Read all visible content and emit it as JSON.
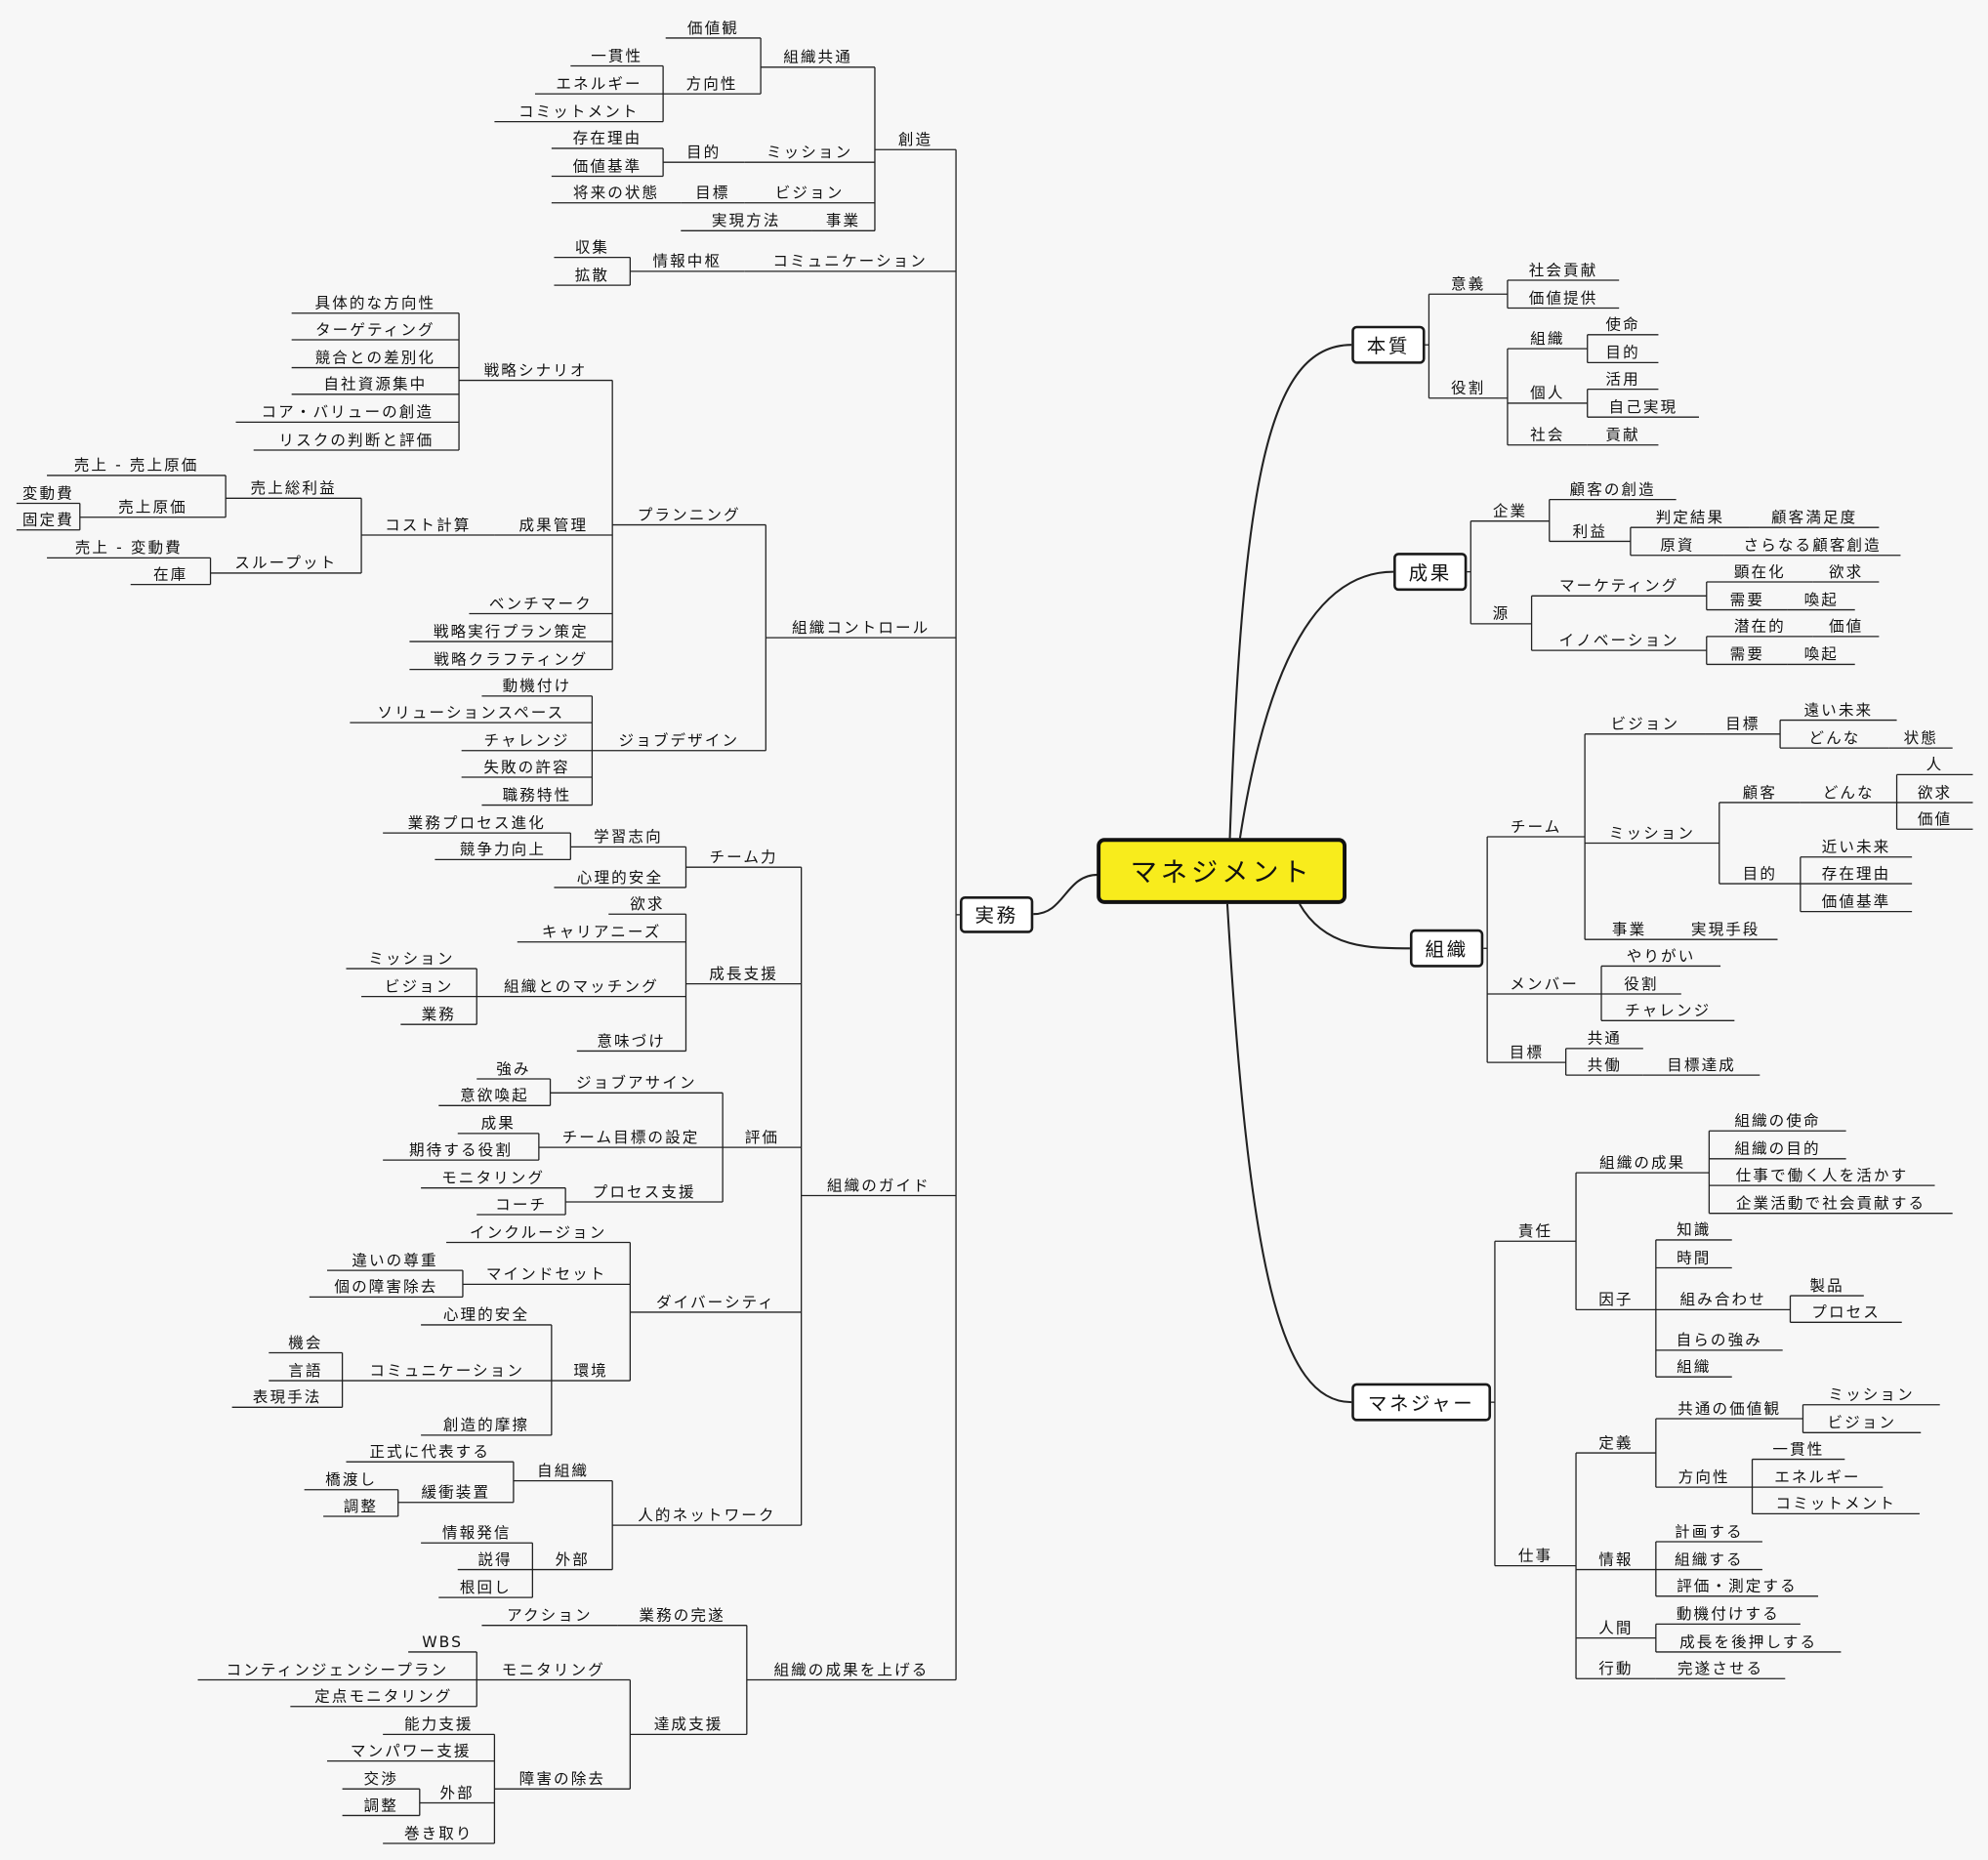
{
  "colors": {
    "root_fill": "#f8ec1c",
    "line": "#222222",
    "background": "#f7f7f7"
  },
  "nodes": [
    {
      "t": "マネジメント",
      "p": null
    },
    {
      "t": "実務",
      "p": 0
    },
    {
      "t": "本質",
      "p": 0
    },
    {
      "t": "成果",
      "p": 0
    },
    {
      "t": "組織",
      "p": 0
    },
    {
      "t": "マネジャー",
      "p": 0
    },
    {
      "t": "創造",
      "p": 1
    },
    {
      "t": "コミュニケーション",
      "p": 1
    },
    {
      "t": "組織コントロール",
      "p": 1
    },
    {
      "t": "組織のガイド",
      "p": 1
    },
    {
      "t": "組織の成果を上げる",
      "p": 1
    },
    {
      "t": "組織共通",
      "p": 6
    },
    {
      "t": "ミッション",
      "p": 6
    },
    {
      "t": "ビジョン",
      "p": 6
    },
    {
      "t": "事業",
      "p": 6
    },
    {
      "t": "価値観",
      "p": 11
    },
    {
      "t": "方向性",
      "p": 11
    },
    {
      "t": "一貫性",
      "p": 16
    },
    {
      "t": "エネルギー",
      "p": 16
    },
    {
      "t": "コミットメント",
      "p": 16
    },
    {
      "t": "目的",
      "p": 12
    },
    {
      "t": "存在理由",
      "p": 20
    },
    {
      "t": "価値基準",
      "p": 20
    },
    {
      "t": "目標",
      "p": 13
    },
    {
      "t": "将来の状態",
      "p": 23
    },
    {
      "t": "実現方法",
      "p": 14
    },
    {
      "t": "情報中枢",
      "p": 7
    },
    {
      "t": "収集",
      "p": 26
    },
    {
      "t": "拡散",
      "p": 26
    },
    {
      "t": "プランニング",
      "p": 8
    },
    {
      "t": "ジョブデザイン",
      "p": 8
    },
    {
      "t": "戦略シナリオ",
      "p": 29
    },
    {
      "t": "成果管理",
      "p": 29
    },
    {
      "t": "ベンチマーク",
      "p": 29
    },
    {
      "t": "戦略実行プラン策定",
      "p": 29
    },
    {
      "t": "戦略クラフティング",
      "p": 29
    },
    {
      "t": "具体的な方向性",
      "p": 31
    },
    {
      "t": "ターゲティング",
      "p": 31
    },
    {
      "t": "競合との差別化",
      "p": 31
    },
    {
      "t": "自社資源集中",
      "p": 31
    },
    {
      "t": "コア・バリューの創造",
      "p": 31
    },
    {
      "t": "リスクの判断と評価",
      "p": 31
    },
    {
      "t": "コスト計算",
      "p": 32
    },
    {
      "t": "売上総利益",
      "p": 42
    },
    {
      "t": "スループット",
      "p": 42
    },
    {
      "t": "売上 - 売上原価",
      "p": 43
    },
    {
      "t": "売上原価",
      "p": 43
    },
    {
      "t": "変動費",
      "p": 46
    },
    {
      "t": "固定費",
      "p": 46
    },
    {
      "t": "売上 - 変動費",
      "p": 44
    },
    {
      "t": "在庫",
      "p": 44
    },
    {
      "t": "動機付け",
      "p": 30
    },
    {
      "t": "ソリューションスペース",
      "p": 30
    },
    {
      "t": "チャレンジ",
      "p": 30
    },
    {
      "t": "失敗の許容",
      "p": 30
    },
    {
      "t": "職務特性",
      "p": 30
    },
    {
      "t": "チーム力",
      "p": 9
    },
    {
      "t": "成長支援",
      "p": 9
    },
    {
      "t": "評価",
      "p": 9
    },
    {
      "t": "ダイバーシティ",
      "p": 9
    },
    {
      "t": "人的ネットワーク",
      "p": 9
    },
    {
      "t": "学習志向",
      "p": 56
    },
    {
      "t": "心理的安全",
      "p": 56
    },
    {
      "t": "業務プロセス進化",
      "p": 61
    },
    {
      "t": "競争力向上",
      "p": 61
    },
    {
      "t": "欲求",
      "p": 57
    },
    {
      "t": "キャリアニーズ",
      "p": 57
    },
    {
      "t": "組織とのマッチング",
      "p": 57
    },
    {
      "t": "意味づけ",
      "p": 57
    },
    {
      "t": "ミッション",
      "p": 67
    },
    {
      "t": "ビジョン",
      "p": 67
    },
    {
      "t": "業務",
      "p": 67
    },
    {
      "t": "ジョブアサイン",
      "p": 58
    },
    {
      "t": "チーム目標の設定",
      "p": 58
    },
    {
      "t": "プロセス支援",
      "p": 58
    },
    {
      "t": "強み",
      "p": 72
    },
    {
      "t": "意欲喚起",
      "p": 72
    },
    {
      "t": "成果",
      "p": 73
    },
    {
      "t": "期待する役割",
      "p": 73
    },
    {
      "t": "モニタリング",
      "p": 74
    },
    {
      "t": "コーチ",
      "p": 74
    },
    {
      "t": "インクルージョン",
      "p": 59
    },
    {
      "t": "マインドセット",
      "p": 59
    },
    {
      "t": "環境",
      "p": 59
    },
    {
      "t": "違いの尊重",
      "p": 82
    },
    {
      "t": "個の障害除去",
      "p": 82
    },
    {
      "t": "心理的安全",
      "p": 83
    },
    {
      "t": "コミュニケーション",
      "p": 83
    },
    {
      "t": "創造的摩擦",
      "p": 83
    },
    {
      "t": "機会",
      "p": 87
    },
    {
      "t": "言語",
      "p": 87
    },
    {
      "t": "表現手法",
      "p": 87
    },
    {
      "t": "自組織",
      "p": 60
    },
    {
      "t": "外部",
      "p": 60
    },
    {
      "t": "正式に代表する",
      "p": 92
    },
    {
      "t": "緩衝装置",
      "p": 92
    },
    {
      "t": "橋渡し",
      "p": 95
    },
    {
      "t": "調整",
      "p": 95
    },
    {
      "t": "情報発信",
      "p": 93
    },
    {
      "t": "説得",
      "p": 93
    },
    {
      "t": "根回し",
      "p": 93
    },
    {
      "t": "業務の完遂",
      "p": 10
    },
    {
      "t": "達成支援",
      "p": 10
    },
    {
      "t": "アクション",
      "p": 101
    },
    {
      "t": "モニタリング",
      "p": 102
    },
    {
      "t": "障害の除去",
      "p": 102
    },
    {
      "t": "WBS",
      "p": 104
    },
    {
      "t": "コンティンジェンシープラン",
      "p": 104
    },
    {
      "t": "定点モニタリング",
      "p": 104
    },
    {
      "t": "能力支援",
      "p": 105
    },
    {
      "t": "マンパワー支援",
      "p": 105
    },
    {
      "t": "外部",
      "p": 105
    },
    {
      "t": "巻き取り",
      "p": 105
    },
    {
      "t": "交渉",
      "p": 111
    },
    {
      "t": "調整",
      "p": 111
    },
    {
      "t": "意義",
      "p": 2
    },
    {
      "t": "役割",
      "p": 2
    },
    {
      "t": "社会貢献",
      "p": 115
    },
    {
      "t": "価値提供",
      "p": 115
    },
    {
      "t": "組織",
      "p": 116
    },
    {
      "t": "個人",
      "p": 116
    },
    {
      "t": "社会",
      "p": 116
    },
    {
      "t": "使命",
      "p": 119
    },
    {
      "t": "目的",
      "p": 119
    },
    {
      "t": "活用",
      "p": 120
    },
    {
      "t": "自己実現",
      "p": 120
    },
    {
      "t": "貢献",
      "p": 121
    },
    {
      "t": "企業",
      "p": 3
    },
    {
      "t": "源",
      "p": 3
    },
    {
      "t": "顧客の創造",
      "p": 127
    },
    {
      "t": "利益",
      "p": 127
    },
    {
      "t": "判定結果",
      "p": 130
    },
    {
      "t": "顧客満足度",
      "p": 131
    },
    {
      "t": "原資",
      "p": 130
    },
    {
      "t": "さらなる顧客創造",
      "p": 133
    },
    {
      "t": "マーケティング",
      "p": 128
    },
    {
      "t": "イノベーション",
      "p": 128
    },
    {
      "t": "顕在化",
      "p": 135
    },
    {
      "t": "欲求",
      "p": 137
    },
    {
      "t": "需要",
      "p": 135
    },
    {
      "t": "喚起",
      "p": 139
    },
    {
      "t": "潜在的",
      "p": 136
    },
    {
      "t": "価値",
      "p": 141
    },
    {
      "t": "需要",
      "p": 136
    },
    {
      "t": "喚起",
      "p": 143
    },
    {
      "t": "チーム",
      "p": 4
    },
    {
      "t": "メンバー",
      "p": 4
    },
    {
      "t": "目標",
      "p": 4
    },
    {
      "t": "ビジョン",
      "p": 145
    },
    {
      "t": "ミッション",
      "p": 145
    },
    {
      "t": "事業",
      "p": 145
    },
    {
      "t": "目標",
      "p": 148
    },
    {
      "t": "遠い未来",
      "p": 151
    },
    {
      "t": "どんな",
      "p": 151
    },
    {
      "t": "状態",
      "p": 153
    },
    {
      "t": "顧客",
      "p": 149
    },
    {
      "t": "どんな",
      "p": 155
    },
    {
      "t": "人",
      "p": 156
    },
    {
      "t": "欲求",
      "p": 156
    },
    {
      "t": "価値",
      "p": 156
    },
    {
      "t": "目的",
      "p": 149
    },
    {
      "t": "近い未来",
      "p": 160
    },
    {
      "t": "存在理由",
      "p": 160
    },
    {
      "t": "価値基準",
      "p": 160
    },
    {
      "t": "実現手段",
      "p": 150
    },
    {
      "t": "やりがい",
      "p": 146
    },
    {
      "t": "役割",
      "p": 146
    },
    {
      "t": "チャレンジ",
      "p": 146
    },
    {
      "t": "共通",
      "p": 147
    },
    {
      "t": "共働",
      "p": 147
    },
    {
      "t": "目標達成",
      "p": 169
    },
    {
      "t": "責任",
      "p": 5
    },
    {
      "t": "仕事",
      "p": 5
    },
    {
      "t": "組織の成果",
      "p": 171
    },
    {
      "t": "因子",
      "p": 171
    },
    {
      "t": "組織の使命",
      "p": 173
    },
    {
      "t": "組織の目的",
      "p": 173
    },
    {
      "t": "仕事で働く人を活かす",
      "p": 173
    },
    {
      "t": "企業活動で社会貢献する",
      "p": 173
    },
    {
      "t": "知識",
      "p": 174
    },
    {
      "t": "時間",
      "p": 174
    },
    {
      "t": "組み合わせ",
      "p": 174
    },
    {
      "t": "自らの強み",
      "p": 174
    },
    {
      "t": "組織",
      "p": 174
    },
    {
      "t": "製品",
      "p": 181
    },
    {
      "t": "プロセス",
      "p": 181
    },
    {
      "t": "定義",
      "p": 172
    },
    {
      "t": "情報",
      "p": 172
    },
    {
      "t": "人間",
      "p": 172
    },
    {
      "t": "行動",
      "p": 172
    },
    {
      "t": "共通の価値観",
      "p": 186
    },
    {
      "t": "方向性",
      "p": 186
    },
    {
      "t": "ミッション",
      "p": 190
    },
    {
      "t": "ビジョン",
      "p": 190
    },
    {
      "t": "一貫性",
      "p": 191
    },
    {
      "t": "エネルギー",
      "p": 191
    },
    {
      "t": "コミットメント",
      "p": 191
    },
    {
      "t": "計画する",
      "p": 187
    },
    {
      "t": "組織する",
      "p": 187
    },
    {
      "t": "評価・測定する",
      "p": 187
    },
    {
      "t": "動機付けする",
      "p": 188
    },
    {
      "t": "成長を後押しする",
      "p": 188
    },
    {
      "t": "完遂させる",
      "p": 189
    }
  ]
}
